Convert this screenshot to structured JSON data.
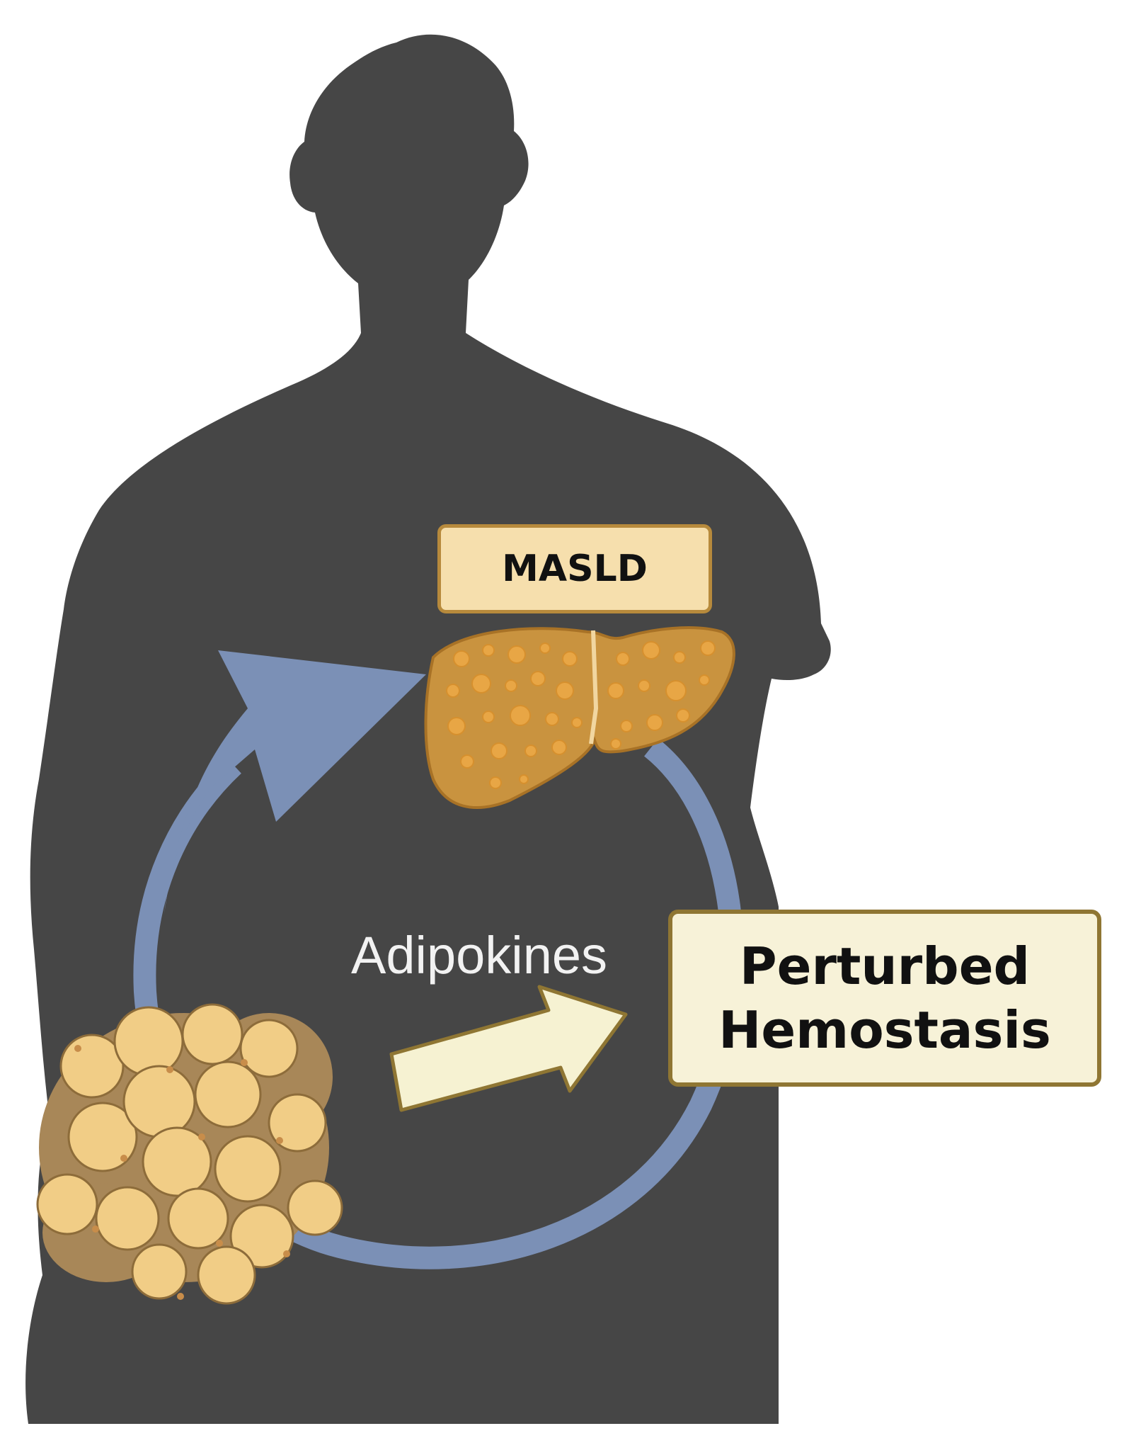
{
  "labels": {
    "masld": "MASLD",
    "adipokines": "Adipokines",
    "perturbed_line1": "Perturbed",
    "perturbed_line2": "Hemostasis"
  },
  "colors": {
    "silhouette": "#464646",
    "cycle_arrow": "#7b90b6",
    "liver": "#c9933f",
    "liver_spots": "#e8a645",
    "fat_cell": "#f1cd86",
    "fat_cell_shadow": "#a88758",
    "outcome_arrow": "#f6f2d2",
    "outcome_arrow_border": "#8f7633",
    "masld_box": "#f6dfad",
    "perturbed_box": "#f7f2d8"
  },
  "icons": [
    "human-silhouette",
    "liver-icon",
    "adipose-tissue-icon",
    "cycle-arrow-icon",
    "block-arrow-icon"
  ]
}
